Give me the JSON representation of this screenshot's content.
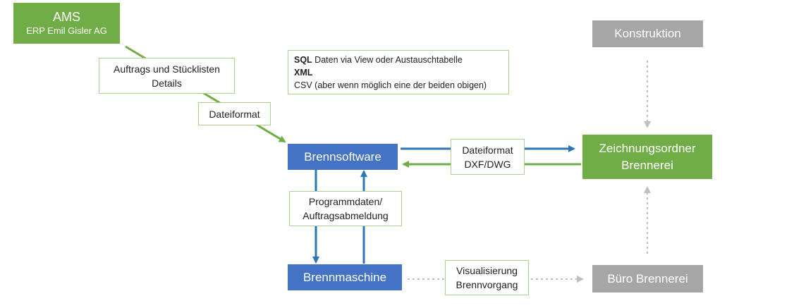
{
  "nodes": {
    "ams": {
      "title": "AMS",
      "subtitle": "ERP Emil Gisler AG"
    },
    "konstruktion": {
      "label": "Konstruktion"
    },
    "brennsoftware": {
      "label": "Brennsoftware"
    },
    "zeichnungsordner": {
      "line1": "Zeichnungsordner",
      "line2": "Brennerei"
    },
    "brennmaschine": {
      "label": "Brennmaschine"
    },
    "buero": {
      "label": "Büro Brennerei"
    }
  },
  "labels": {
    "auftrags": {
      "line1": "Auftrags und Stücklisten",
      "line2": "Details"
    },
    "dateiformat": "Dateiformat",
    "dxf": {
      "line1": "Dateiformat",
      "line2": "DXF/DWG"
    },
    "programmdaten": {
      "line1": "Programmdaten/",
      "line2": "Auftragsabmeldung"
    },
    "visualisierung": {
      "line1": "Visualisierung",
      "line2": "Brennvorgang"
    }
  },
  "format_note": {
    "sql_bold": "SQL",
    "sql_text": " Daten via View oder Austauschtabelle",
    "xml_bold": "XML",
    "csv_text": "CSV (aber wenn möglich eine der beiden obigen)"
  },
  "colors": {
    "green": "#70AD47",
    "blue": "#4472C4",
    "grey": "#A6A6A6",
    "arrow_blue": "#2E75B6",
    "dotted": "#BFBFBF"
  }
}
